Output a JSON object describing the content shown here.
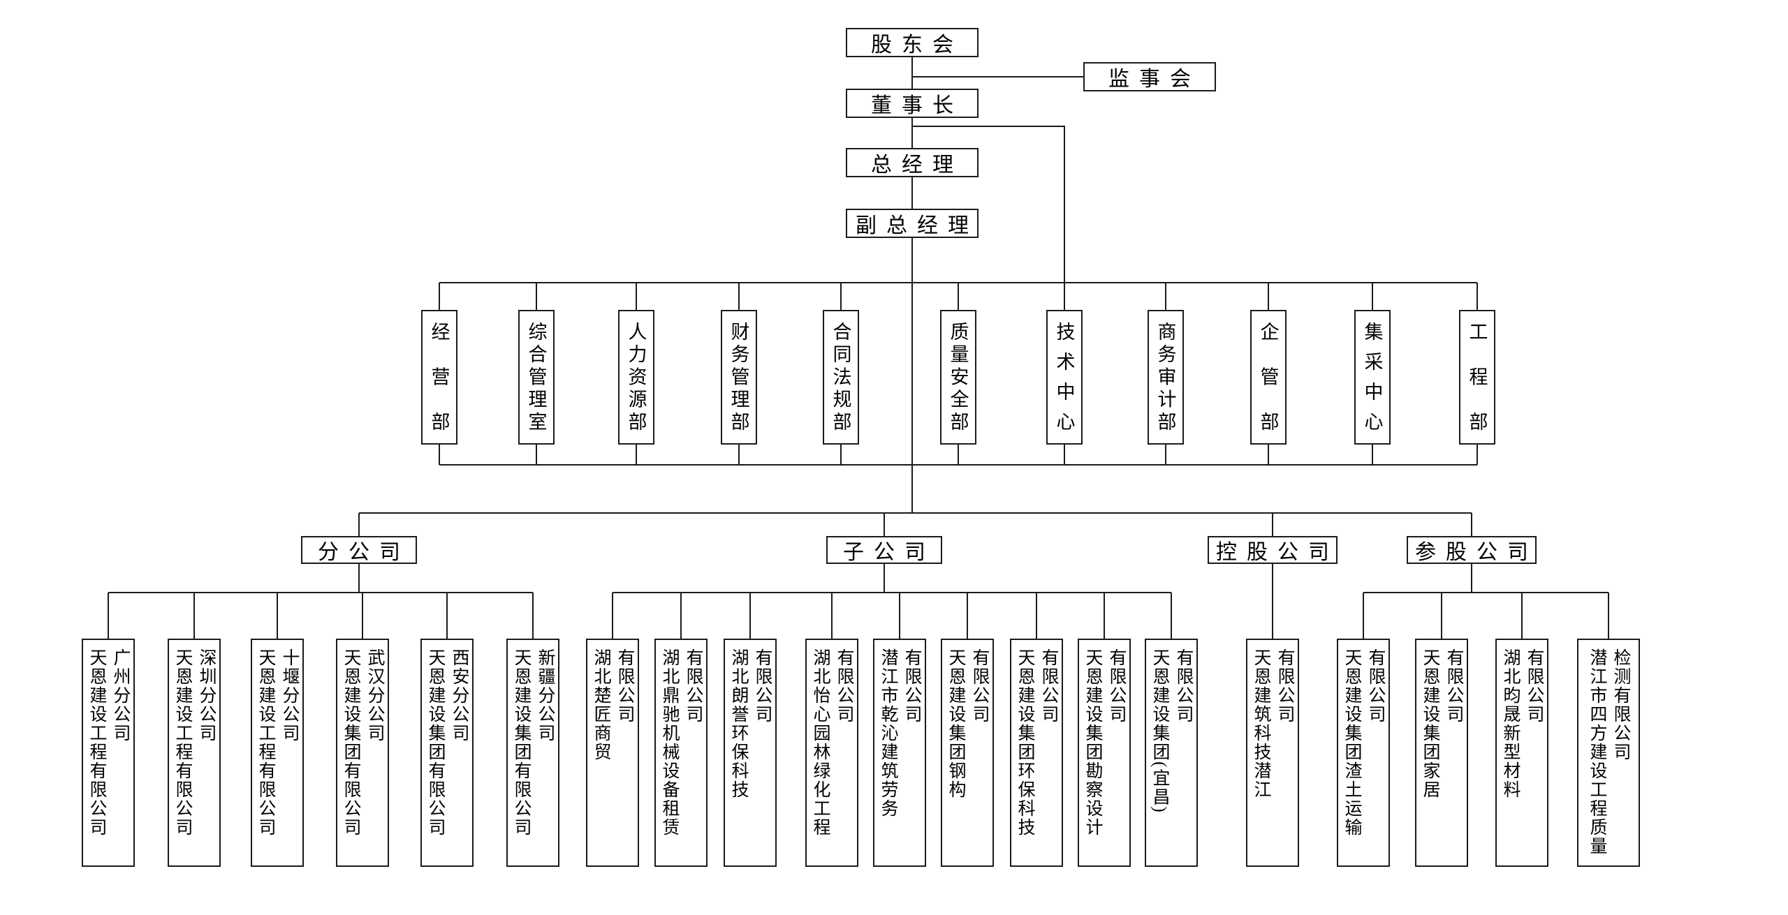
{
  "org": {
    "nodes": {
      "shareholders": "股东会",
      "supervisors": "监事会",
      "chairman": "董事长",
      "general_manager": "总经理",
      "deputy_general_manager": "副总经理"
    },
    "departments": [
      "经营部",
      "综合管理室",
      "人力资源部",
      "财务管理部",
      "合同法规部",
      "质量安全部",
      "技术中心",
      "商务审计部",
      "企管部",
      "集采中心",
      "工程部"
    ],
    "categories": [
      {
        "label": "分公司",
        "children": [
          "天恩建设工程有限公司\n广州分公司",
          "天恩建设工程有限公司\n深圳分公司",
          "天恩建设工程有限公司\n十堰分公司",
          "天恩建设集团有限公司\n武汉分公司",
          "天恩建设集团有限公司\n西安分公司",
          "天恩建设集团有限公司\n新疆分公司"
        ]
      },
      {
        "label": "子公司",
        "children": [
          "湖北楚匠商贸\n有限公司",
          "湖北鼎驰机械设备租赁\n有限公司",
          "湖北朗誉环保科技\n有限公司",
          "湖北怡心园林绿化工程\n有限公司",
          "潜江市乾沁建筑劳务\n有限公司",
          "天恩建设集团钢构\n有限公司",
          "天恩建设集团环保科技\n有限公司",
          "天恩建设集团勘察设计\n有限公司",
          "天恩建设集团(宜昌)\n有限公司"
        ]
      },
      {
        "label": "控股公司",
        "children": [
          "天恩建筑科技潜江\n有限公司"
        ]
      },
      {
        "label": "参股公司",
        "children": [
          "天恩建设集团渣土运输\n有限公司",
          "天恩建设集团家居\n有限公司",
          "湖北昀晟新型材料\n有限公司",
          "潜江市四方建设工程质量\n检测有限公司"
        ]
      }
    ]
  }
}
